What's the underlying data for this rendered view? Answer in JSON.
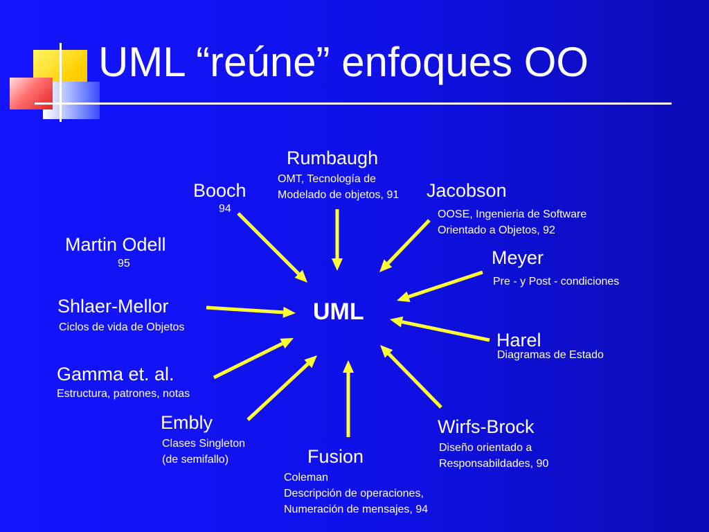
{
  "title": "UML “reúne” enfoques OO",
  "center_label": "UML",
  "authors": {
    "rumbaugh": {
      "name": "Rumbaugh",
      "detail": [
        "OMT, Tecnología de",
        "Modelado de objetos, 91"
      ]
    },
    "booch": {
      "name": "Booch",
      "detail": [
        "94"
      ]
    },
    "jacobson": {
      "name": "Jacobson",
      "detail": [
        "OOSE, Ingenieria de Software",
        "Orientado a Objetos, 92"
      ]
    },
    "martin_odell": {
      "name": "Martin Odell",
      "detail": [
        "95"
      ]
    },
    "meyer": {
      "name": "Meyer",
      "detail": [
        "Pre - y Post - condiciones"
      ]
    },
    "shlaer_mellor": {
      "name": "Shlaer-Mellor",
      "detail": [
        "Ciclos de vida de Objetos"
      ]
    },
    "harel": {
      "name": "Harel",
      "detail": [
        "Diagramas de Estado"
      ]
    },
    "gamma": {
      "name": "Gamma et. al.",
      "detail": [
        "Estructura, patrones, notas"
      ]
    },
    "embly": {
      "name": "Embly",
      "detail": [
        "Clases Singleton",
        "(de semifallo)"
      ]
    },
    "wirfs_brock": {
      "name": "Wirfs-Brock",
      "detail": [
        "Diseño orientado a",
        "Responsabildades, 90"
      ]
    },
    "fusion": {
      "name": "Fusion",
      "detail": [
        "Coleman",
        "Descripción de operaciones,",
        "Numeración de mensajes, 94"
      ]
    }
  },
  "colors": {
    "arrow": "#ffff33",
    "text": "#ffffff",
    "background": "#1414ff"
  }
}
